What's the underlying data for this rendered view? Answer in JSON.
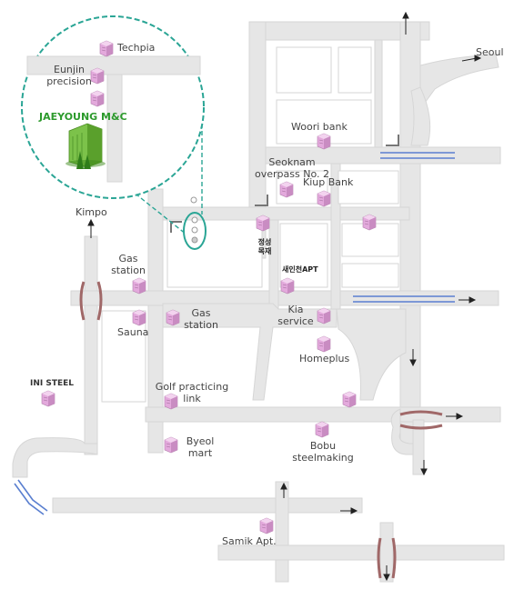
{
  "map": {
    "places": {
      "techpia": "Techpia",
      "eunjin": "Eunjin\nprecision",
      "company": "JAEYOUNG M&C",
      "woori_bank": "Woori bank",
      "seoknam_overpass": "Seoknam\noverpass No. 2",
      "kiup_bank": "Kiup Bank",
      "seoul": "Seoul",
      "kimpo": "Kimpo",
      "gas_station_1": "Gas\nstation",
      "gas_station_2": "Gas\nstation",
      "sauna": "Sauna",
      "jeongseong": "정성\n목재",
      "saeincheon_apt": "새인천APT",
      "kia_service": "Kia\nservice",
      "homeplus": "Homeplus",
      "ini_steel": "INI STEEL",
      "golf_link": "Golf practicing\nlink",
      "byeol_mart": "Byeol\nmart",
      "bobu_steel": "Bobu\nsteelmaking",
      "samik_apt": "Samik Apt."
    },
    "colors": {
      "road": "#e6e6e6",
      "road_edge": "#d3d3d3",
      "building": "#e8b8e0",
      "callout": "#2aa595",
      "bridge": "#a06868",
      "rail": "#5a7fd0",
      "company_green": "#2c9a2c"
    }
  }
}
